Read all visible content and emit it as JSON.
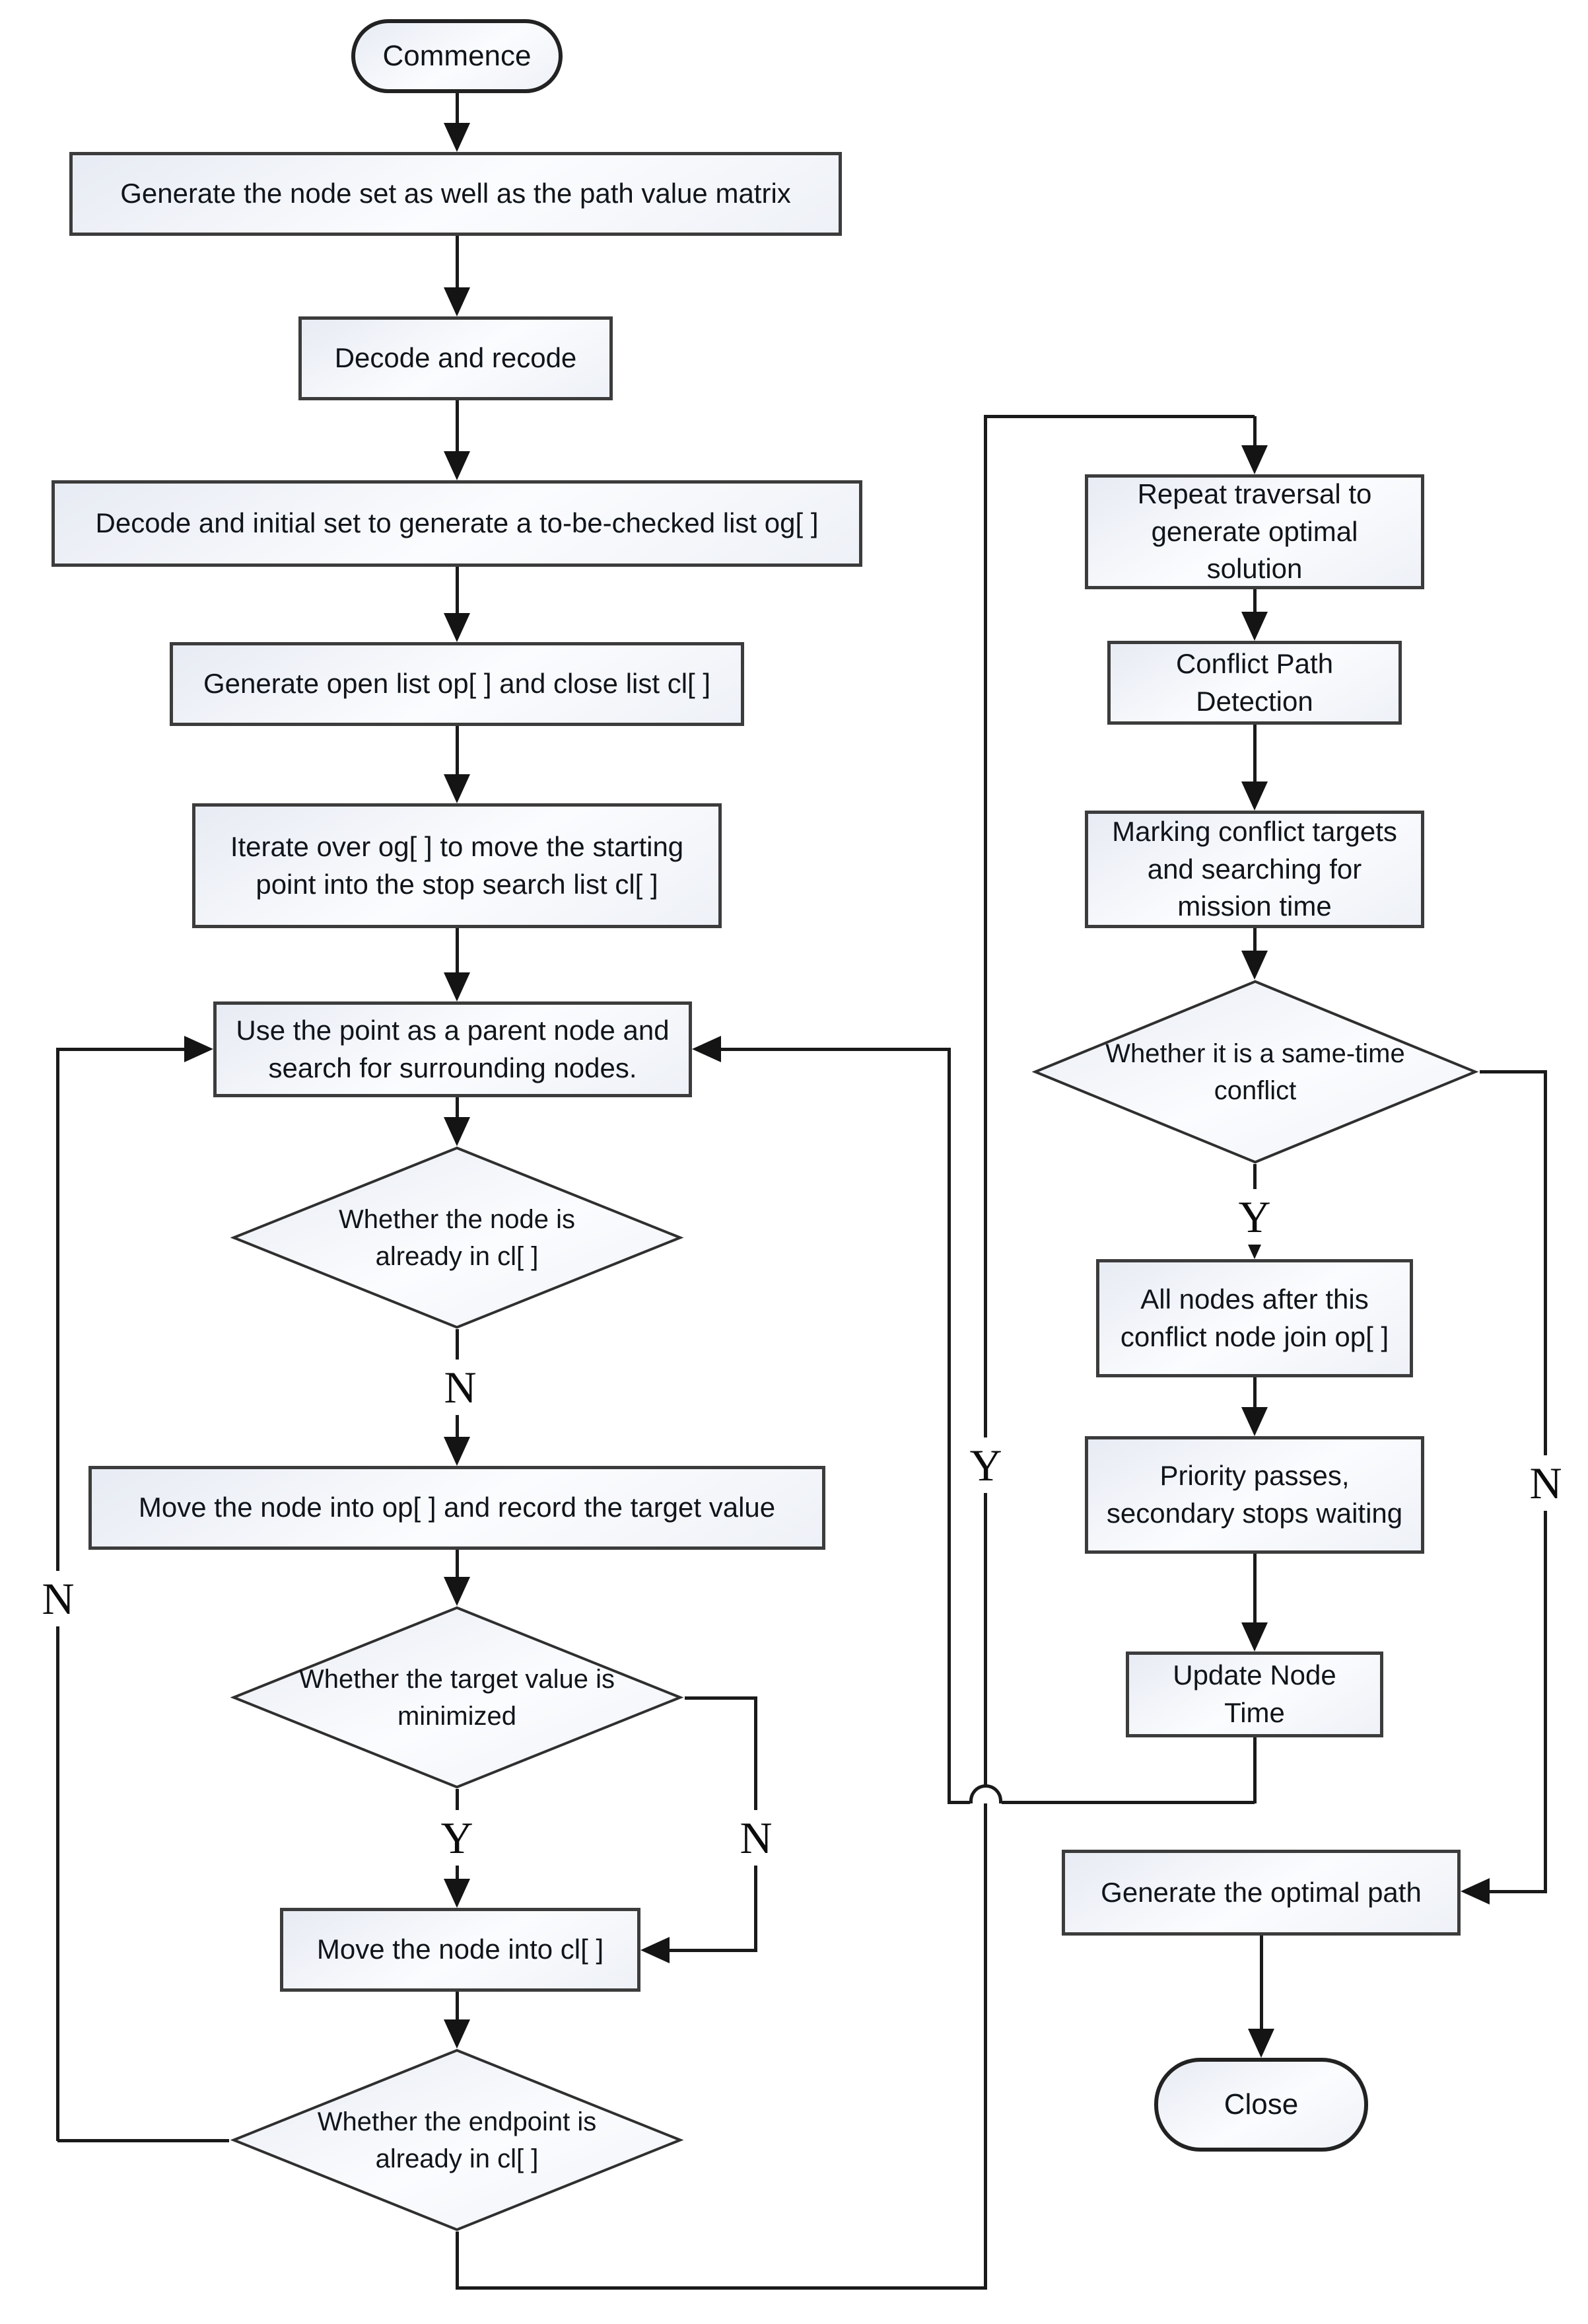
{
  "flow": {
    "nodes": {
      "start": {
        "label": "Commence",
        "type": "terminal"
      },
      "p1": {
        "label": "Generate the node set as well as the path value matrix",
        "type": "process"
      },
      "p2": {
        "label": "Decode and recode",
        "type": "process"
      },
      "p3": {
        "label": "Decode and initial set to generate a to-be-checked list og[ ]",
        "type": "process"
      },
      "p4": {
        "label": "Generate open list op[ ] and close list cl[ ]",
        "type": "process"
      },
      "p5": {
        "label": "Iterate over og[ ] to move the starting point into the stop search list cl[ ]",
        "type": "process"
      },
      "p6": {
        "label": "Use the point as a parent node and search for surrounding nodes.",
        "type": "process"
      },
      "d1": {
        "label": "Whether the node is already in cl[ ]",
        "type": "decision"
      },
      "p7": {
        "label": "Move the node into op[ ] and record the target value",
        "type": "process"
      },
      "d2": {
        "label": "Whether the target value is minimized",
        "type": "decision"
      },
      "p8": {
        "label": "Move the node into cl[ ]",
        "type": "process"
      },
      "d3": {
        "label": "Whether the endpoint is already in cl[ ]",
        "type": "decision"
      },
      "r1": {
        "label": "Repeat traversal to generate optimal solution",
        "type": "process"
      },
      "r2": {
        "label": "Conflict Path Detection",
        "type": "process"
      },
      "r3": {
        "label": "Marking conflict targets and searching for mission time",
        "type": "process"
      },
      "rd": {
        "label": "Whether it is a same-time conflict",
        "type": "decision"
      },
      "r4": {
        "label": "All nodes after this conflict node join op[ ]",
        "type": "process"
      },
      "r5": {
        "label": "Priority passes, secondary stops waiting",
        "type": "process"
      },
      "r6": {
        "label": "Update Node Time",
        "type": "process"
      },
      "r7": {
        "label": "Generate the optimal path",
        "type": "process"
      },
      "end": {
        "label": "Close",
        "type": "terminal"
      }
    },
    "branch_labels": {
      "node_in_cl_no": "N",
      "target_min_yes": "Y",
      "target_min_no": "N",
      "endpoint_no": "N",
      "endpoint_yes": "Y",
      "same_time_yes": "Y",
      "same_time_no": "N"
    },
    "colors": {
      "line": "#1a1a1a",
      "node_border": "#3c3c3c",
      "node_fill_light": "#fbfcfe",
      "node_fill_shade": "#e7ebf3",
      "background": "#ffffff"
    }
  }
}
